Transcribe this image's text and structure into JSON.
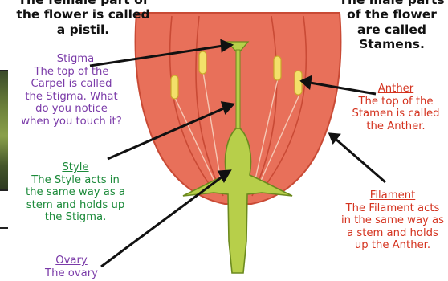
{
  "headers": {
    "left_line1": "The female part of",
    "left_line2": "the flower is called",
    "left_line3": "a pistil.",
    "right_line1": "The male parts",
    "right_line2": "of the flower",
    "right_line3": "are called",
    "right_line4": "Stamens."
  },
  "labels": {
    "stigma": {
      "title": "Stigma",
      "lines": [
        "The top of the",
        "Carpel is called",
        "the Stigma. What",
        "do you notice",
        "when you touch it?"
      ]
    },
    "style": {
      "title": "Style",
      "lines": [
        "The Style acts in",
        "the same way as a",
        "stem and holds up",
        "the Stigma."
      ]
    },
    "ovary": {
      "title": "Ovary",
      "lines": [
        "The ovary"
      ]
    },
    "anther": {
      "title": "Anther",
      "lines": [
        "The top of the",
        "Stamen is called",
        "the Anther."
      ]
    },
    "filament": {
      "title": "Filament",
      "lines": [
        "The Filament acts",
        "in the same way as",
        "a stem and holds",
        "up the Anther."
      ]
    }
  },
  "colors": {
    "petal": "#e8705a",
    "petal_edge": "#c94a35",
    "pistil": "#b7cf4a",
    "anther": "#f3e06a",
    "purple": "#7a3aa8",
    "red": "#d4331f",
    "green": "#1c8a3a"
  }
}
